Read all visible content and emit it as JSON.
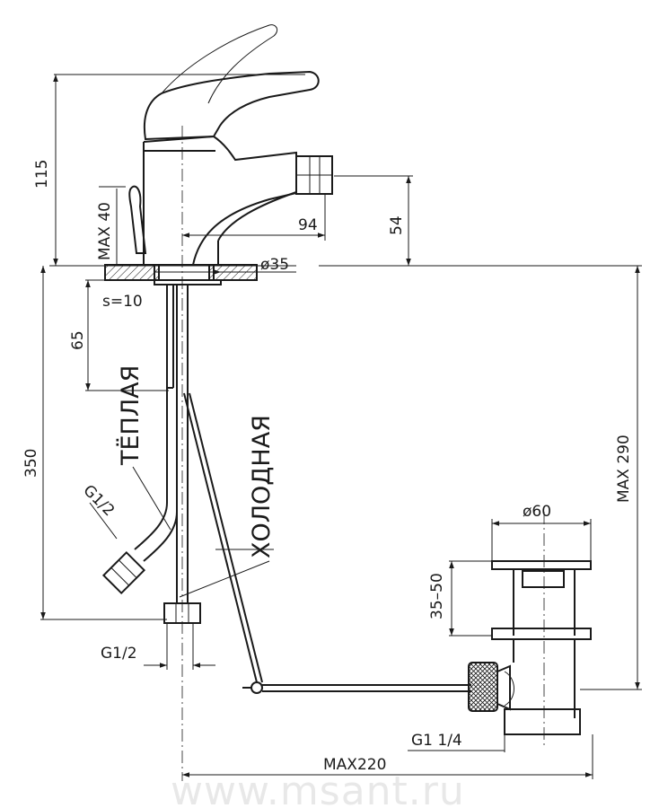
{
  "dimensions": {
    "height_115": "115",
    "max_40": "MAX 40",
    "dim_94": "94",
    "dim_54": "54",
    "diam_35": "ø35",
    "s10": "s=10",
    "dim_65": "65",
    "dim_350": "350",
    "max_290": "MAX 290",
    "diam_60": "ø60",
    "range_35_50": "35–50",
    "g12_inlet": "G1/2",
    "g12_bottom": "G1/2",
    "g1_14": "G1 1/4",
    "max_220": "MAX220"
  },
  "labels": {
    "warm": "ТЁПЛАЯ",
    "cold": "ХОЛОДНАЯ"
  },
  "watermark": "www.msant.ru"
}
